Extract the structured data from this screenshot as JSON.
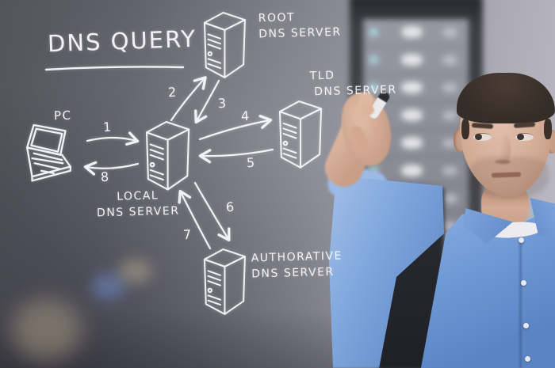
{
  "title": {
    "text": "DNS QUERY"
  },
  "diagram": {
    "nodes": {
      "pc": {
        "label": "PC"
      },
      "root": {
        "line1": "ROOT",
        "line2": "DNS SERVER"
      },
      "tld": {
        "line1": "TLD",
        "line2": "DNS SERVER"
      },
      "local": {
        "line1": "LOCAL",
        "line2": "DNS SERVER"
      },
      "auth": {
        "line1": "AUTHORATIVE",
        "line2": "DNS SERVER"
      }
    },
    "edges": [
      {
        "label": "1",
        "from": "pc",
        "to": "local"
      },
      {
        "label": "2",
        "from": "local",
        "to": "root"
      },
      {
        "label": "3",
        "from": "root",
        "to": "local"
      },
      {
        "label": "4",
        "from": "local",
        "to": "tld"
      },
      {
        "label": "5",
        "from": "tld",
        "to": "local"
      },
      {
        "label": "6",
        "from": "local",
        "to": "auth"
      },
      {
        "label": "7",
        "from": "auth",
        "to": "local"
      },
      {
        "label": "8",
        "from": "local",
        "to": "pc"
      }
    ]
  },
  "icons": {
    "pc": "laptop-icon",
    "root": "tower-server-icon",
    "tld": "tower-server-icon",
    "local": "tower-server-icon",
    "auth": "tower-server-icon",
    "pen": "marker-pen-icon"
  },
  "colors": {
    "chalk": "#f3f3f6",
    "board_dark": "#54545c",
    "board_light": "#b9b7c1",
    "shirt_blue": "#6f99d5",
    "rack_led_cyan": "#aeeff1"
  }
}
